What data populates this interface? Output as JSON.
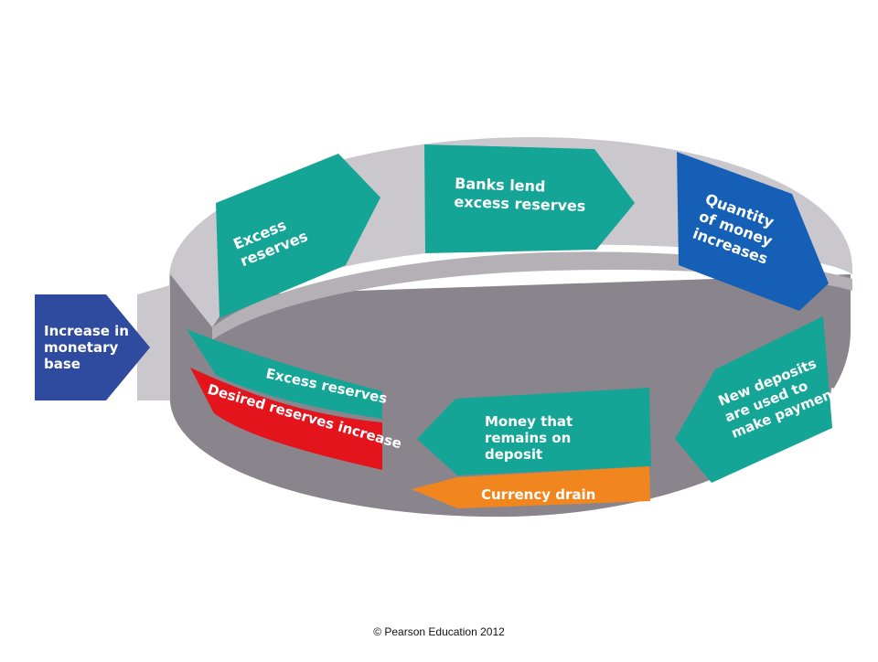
{
  "colors": {
    "teal": "#14a597",
    "royal_blue": "#1560b6",
    "indigo": "#2f4ba0",
    "red": "#e3141c",
    "orange": "#f2861e",
    "ribbon_inner": "#cac8cc",
    "ribbon_outer": "#8a858c"
  },
  "diagram": {
    "start": {
      "text": [
        "Increase in",
        "monetary",
        "base"
      ]
    },
    "top_left": {
      "text": [
        "Excess",
        "reserves"
      ]
    },
    "top_middle": {
      "text": [
        "Banks lend",
        "excess reserves"
      ]
    },
    "top_right": {
      "text": [
        "Quantity",
        "of money",
        "increases"
      ]
    },
    "right_front": {
      "text": [
        "New deposits",
        "are used to",
        "make payments"
      ]
    },
    "middle_front": {
      "text": [
        "Money that",
        "remains on",
        "deposit"
      ]
    },
    "drain": {
      "text": "Currency drain"
    },
    "left_front_top": {
      "text": "Excess reserves"
    },
    "left_front_bottom": {
      "text": "Desired reserves increase"
    }
  },
  "footer": {
    "copyright": "© Pearson Education 2012"
  }
}
